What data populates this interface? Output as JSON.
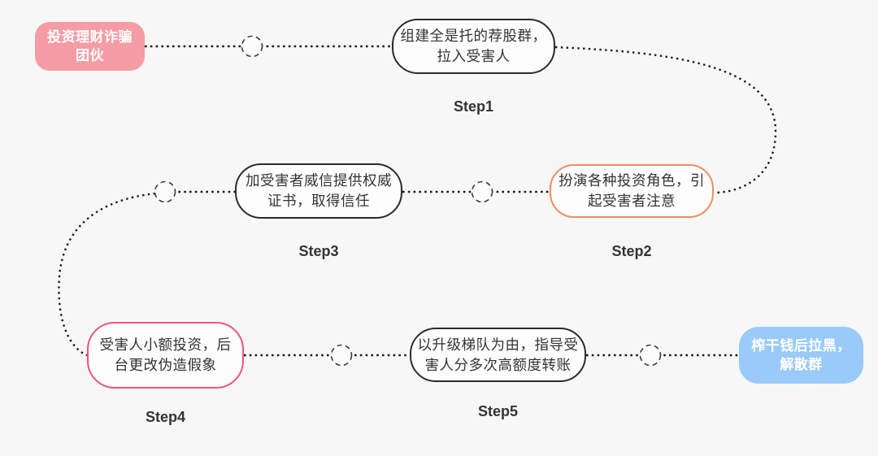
{
  "colors": {
    "background": "#f7f7f7",
    "pink_fill": "#f59ca4",
    "blue_fill": "#9acaf8",
    "orange_border": "#ed8f5e",
    "crimson_border": "#f0527a",
    "black_border": "#2b2b2b",
    "text_dark": "#333333",
    "text_white": "#ffffff"
  },
  "nodes": {
    "start": {
      "line1": "投资理财诈骗",
      "line2": "团伙"
    },
    "step1": {
      "line1": "组建全是托的荐股群，",
      "line2": "拉入受害人",
      "label": "Step1"
    },
    "step2": {
      "line1": "扮演各种投资角色，引",
      "line2": "起受害者注意",
      "label": "Step2"
    },
    "step3": {
      "line1": "加受害者威信提供权威",
      "line2": "证书，取得信任",
      "label": "Step3"
    },
    "step4": {
      "line1": "受害人小额投资，后",
      "line2": "台更改伪造假象",
      "label": "Step4"
    },
    "step5": {
      "line1": "以升级梯队为由，指导受",
      "line2": "害人分多次高额度转账",
      "label": "Step5"
    },
    "end": {
      "line1": "榨干钱后拉黑，",
      "line2": "解散群"
    }
  }
}
